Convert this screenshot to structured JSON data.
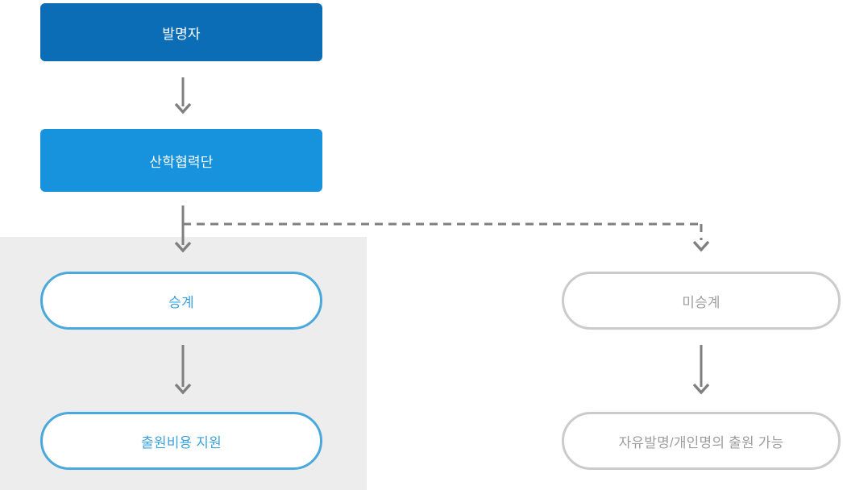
{
  "diagram": {
    "title": "patent-succession-flow",
    "nodes": {
      "inventor": {
        "label": "발명자",
        "shape": "rect",
        "bg": "#0b6db5",
        "text_color": "#ffffff"
      },
      "foundation": {
        "label": "산학협력단",
        "shape": "rect",
        "bg": "#1792dc",
        "text_color": "#ffffff"
      },
      "succession": {
        "label": "승계",
        "shape": "pill",
        "border": "#49a8dc",
        "text_color": "#3aa2dd"
      },
      "cost_support": {
        "label": "출원비용 지원",
        "shape": "pill",
        "border": "#49a8dc",
        "text_color": "#3aa2dd"
      },
      "non_succession": {
        "label": "미승계",
        "shape": "pill",
        "border": "#cbcbcb",
        "text_color": "#9d9d9d"
      },
      "free_invention": {
        "label": "자유발명/개인명의 출원 가능",
        "shape": "pill",
        "border": "#cbcbcb",
        "text_color": "#9d9d9d"
      }
    },
    "edges": [
      {
        "from": "inventor",
        "to": "foundation",
        "style": "solid"
      },
      {
        "from": "foundation",
        "to": "succession",
        "style": "solid"
      },
      {
        "from": "foundation",
        "to": "non_succession",
        "style": "dashed"
      },
      {
        "from": "succession",
        "to": "cost_support",
        "style": "solid"
      },
      {
        "from": "non_succession",
        "to": "free_invention",
        "style": "solid"
      }
    ],
    "colors": {
      "inventor_bg": "#0b6db5",
      "foundation_bg": "#1792dc",
      "blue_outline": "#49a8dc",
      "blue_text": "#3aa2dd",
      "gray_outline": "#cbcbcb",
      "gray_text": "#9d9d9d",
      "panel_bg": "#ededed",
      "arrow": "#7f7f7f",
      "background": "#ffffff"
    }
  }
}
